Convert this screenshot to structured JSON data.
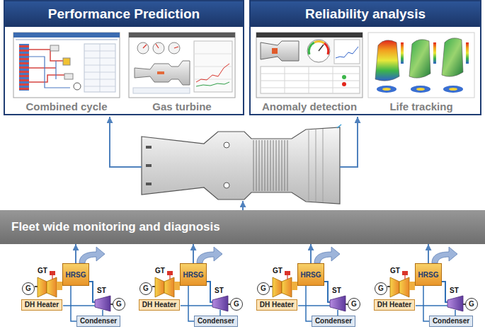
{
  "diagram": {
    "nodes": [
      {
        "text": [
          "Performance Prediction"
        ]
      },
      {
        "text": [
          "Combined cycle"
        ],
        "in": 0
      },
      {
        "text": [
          "Gas turbine"
        ],
        "in": 0
      },
      {
        "text": [
          "Reliability analysis"
        ]
      },
      {
        "text": [
          "Anomaly detection"
        ],
        "in": 3
      },
      {
        "text": [
          "Life tracking"
        ],
        "in": 3
      },
      {
        "text": [
          "Fleet wide monitoring and diagnosis"
        ]
      },
      {
        "text": [
          "HRSG"
        ]
      },
      {
        "text": [
          "G"
        ]
      },
      {
        "text": [
          "G"
        ]
      },
      {
        "text": [
          "DH Heater"
        ]
      },
      {
        "text": [
          "Condenser"
        ]
      },
      {
        "text": [
          "HRSG"
        ]
      },
      {
        "text": [
          "G"
        ]
      },
      {
        "text": [
          "G"
        ]
      },
      {
        "text": [
          "DH Heater"
        ]
      },
      {
        "text": [
          "Condenser"
        ]
      },
      {
        "text": [
          "HRSG"
        ]
      },
      {
        "text": [
          "G"
        ]
      },
      {
        "text": [
          "G"
        ]
      },
      {
        "text": [
          "DH Heater"
        ]
      },
      {
        "text": [
          "Condenser"
        ]
      },
      {
        "text": [
          "HRSG"
        ]
      },
      {
        "text": [
          "G"
        ]
      },
      {
        "text": [
          "G"
        ]
      },
      {
        "text": [
          "DH Heater"
        ]
      },
      {
        "text": [
          "Condenser"
        ]
      }
    ],
    "edges": [
      {
        "from": 7,
        "to": 6,
        "arrow": "to"
      },
      {
        "from": 12,
        "to": 6,
        "arrow": "to"
      },
      {
        "from": 17,
        "to": 6,
        "arrow": "to"
      },
      {
        "from": 22,
        "to": 6,
        "arrow": "to"
      }
    ],
    "labels": [
      "GT",
      "ST",
      "GT",
      "ST",
      "GT",
      "ST",
      "GT",
      "ST"
    ]
  }
}
